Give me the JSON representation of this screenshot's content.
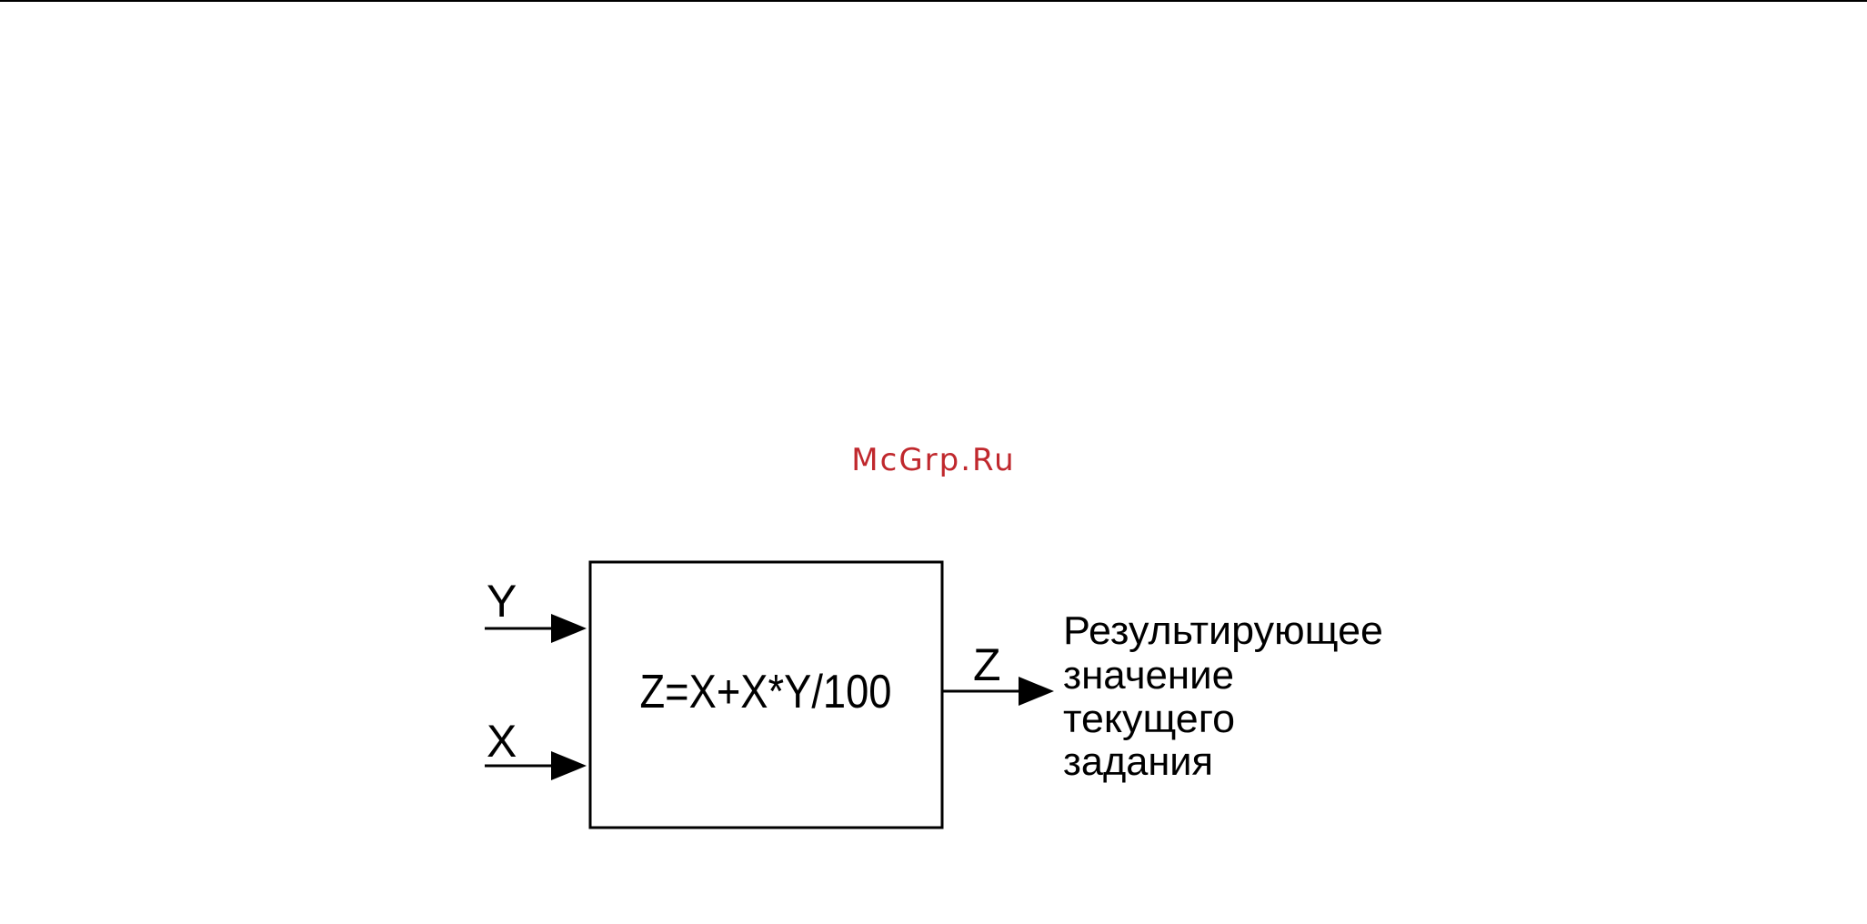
{
  "watermark": {
    "text": "McGrp.Ru",
    "color": "#c0282d"
  },
  "diagram": {
    "block": {
      "formula": "Z=X+X*Y/100"
    },
    "inputs": [
      {
        "label": "Y"
      },
      {
        "label": "X"
      }
    ],
    "output": {
      "label": "Z",
      "description": [
        "Результирующее",
        "значение",
        "текущего",
        "задания"
      ]
    }
  }
}
